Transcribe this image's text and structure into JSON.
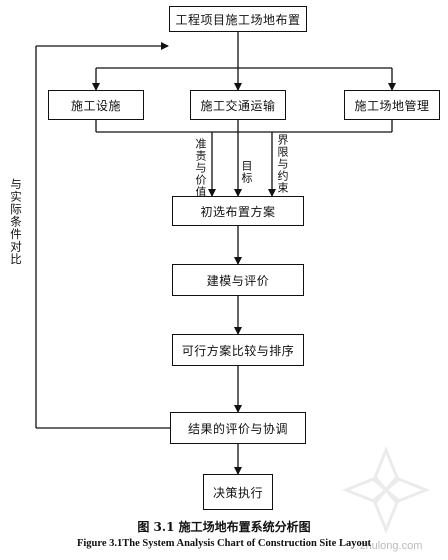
{
  "nodes": {
    "top": "工程项目施工场地布置",
    "facilities": "施工设施",
    "transport": "施工交通运输",
    "management": "施工场地管理",
    "initial": "初选布置方案",
    "modeling": "建模与评价",
    "compare": "可行方案比较与排序",
    "evaluate": "结果的评价与协调",
    "execute": "决策执行"
  },
  "edge_labels": {
    "feedback": "与实际条件对比",
    "criteria": "准责与价值",
    "goal": "目标",
    "constraints": "界限与约束"
  },
  "caption": {
    "cn": "图 3.1  施工场地布置系统分析图",
    "en": "Figure 3.1The System Analysis Chart of Construction Site Layout"
  },
  "watermark": "zhulong.com",
  "colors": {
    "line": "#111111",
    "background": "#ffffff"
  }
}
